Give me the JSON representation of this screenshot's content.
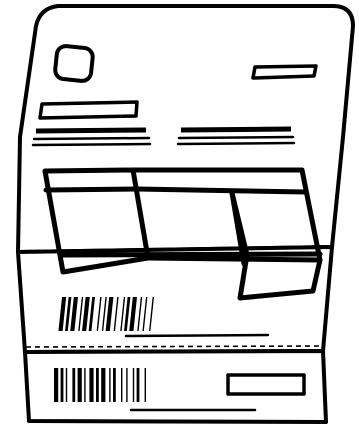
{
  "illustration": {
    "subject": "tri-fold form",
    "colors": {
      "ink": "#000000",
      "paper": "#ffffff"
    },
    "barcodes": [
      {
        "name": "middle-panel-barcode",
        "bars": [
          3,
          1,
          2,
          1,
          3,
          2,
          1,
          1,
          3,
          1,
          2,
          3,
          1,
          2,
          1,
          1,
          3,
          2,
          1,
          3,
          1,
          1,
          2,
          1,
          3,
          2,
          1,
          2,
          1,
          3,
          1,
          2
        ]
      },
      {
        "name": "bottom-panel-barcode",
        "bars": [
          3,
          1,
          2,
          1,
          1,
          3,
          2,
          1,
          3,
          1,
          1,
          2,
          3,
          1,
          2,
          1,
          3,
          2,
          1,
          1,
          2,
          3,
          1,
          2,
          1,
          3,
          1,
          1,
          2,
          3,
          1,
          2
        ]
      }
    ]
  }
}
